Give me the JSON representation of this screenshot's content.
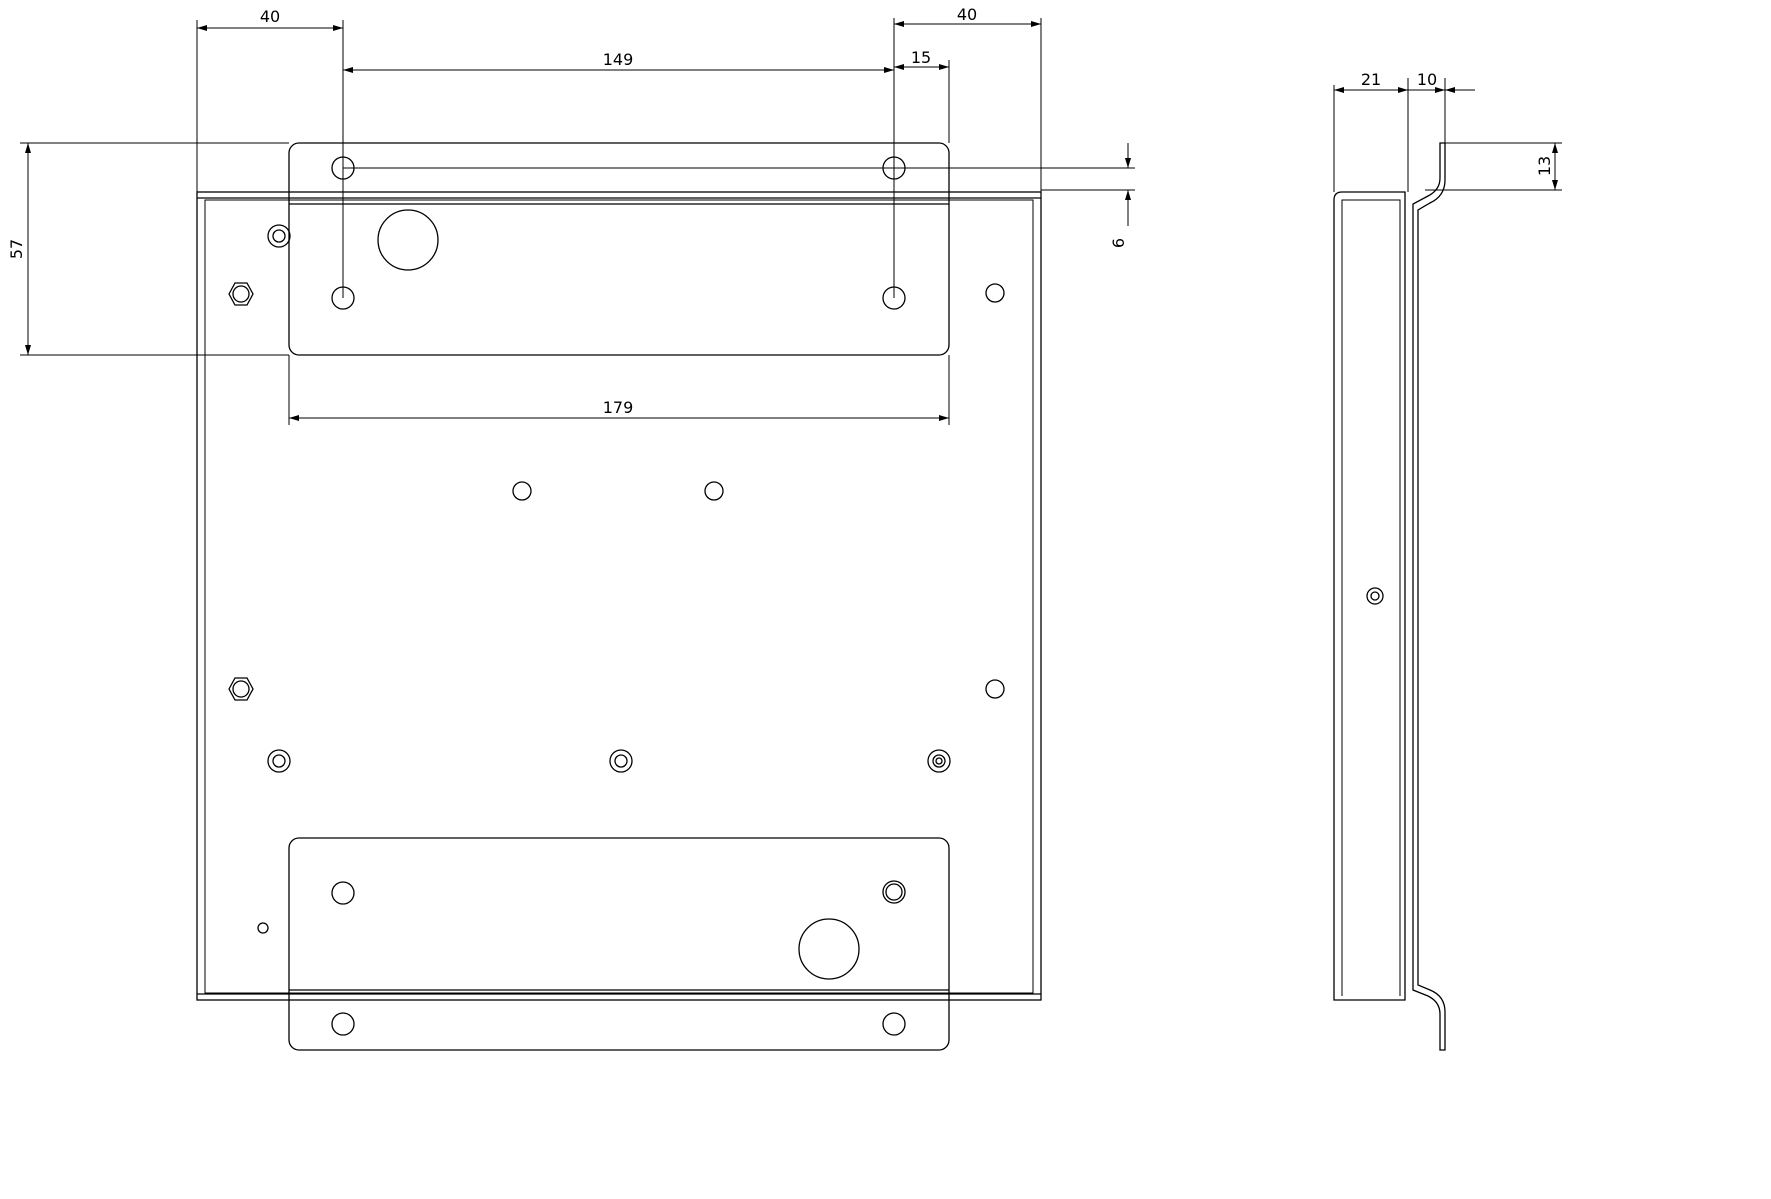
{
  "front_view": {
    "dimensions": {
      "left_offset": "40",
      "hole_spacing": "149",
      "right_offset": "40",
      "hole_edge": "15",
      "bracket_height": "57",
      "bracket_width": "179",
      "hole_row": "6"
    }
  },
  "side_view": {
    "dimensions": {
      "depth": "21",
      "flange": "10",
      "step": "13"
    }
  },
  "colors": {
    "line": "#000000",
    "background": "#ffffff"
  }
}
